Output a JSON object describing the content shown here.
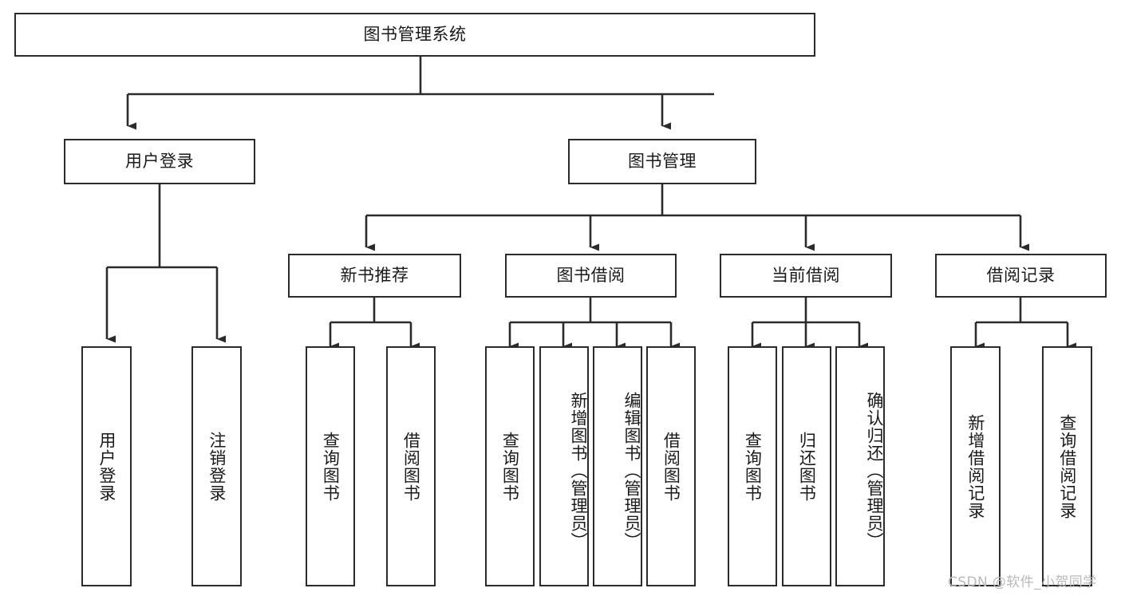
{
  "diagram": {
    "title": "图书管理系统",
    "type": "tree-hierarchy",
    "root": {
      "label": "图书管理系统"
    },
    "level2": [
      {
        "label": "用户登录"
      },
      {
        "label": "图书管理"
      }
    ],
    "level3": [
      {
        "label": "新书推荐"
      },
      {
        "label": "图书借阅"
      },
      {
        "label": "当前借阅"
      },
      {
        "label": "借阅记录"
      }
    ],
    "leaves": {
      "user_login": [
        {
          "label": "用户登录"
        },
        {
          "label": "注销登录"
        }
      ],
      "new_book_recommend": [
        {
          "label": "查询图书"
        },
        {
          "label": "借阅图书"
        }
      ],
      "book_borrow": [
        {
          "label": "查询图书"
        },
        {
          "label": "新增图书（管理员）"
        },
        {
          "label": "编辑图书（管理员）"
        },
        {
          "label": "借阅图书"
        }
      ],
      "current_borrow": [
        {
          "label": "查询图书"
        },
        {
          "label": "归还图书"
        },
        {
          "label": "确认归还（管理员）"
        }
      ],
      "borrow_record": [
        {
          "label": "新增借阅记录"
        },
        {
          "label": "查询借阅记录"
        }
      ]
    },
    "watermark": "CSDN @软件_小贺同学",
    "colors": {
      "stroke": "#2b2b2b",
      "fill": "#ffffff",
      "text": "#1a1a1a",
      "watermark": "#b9b9b9"
    }
  }
}
